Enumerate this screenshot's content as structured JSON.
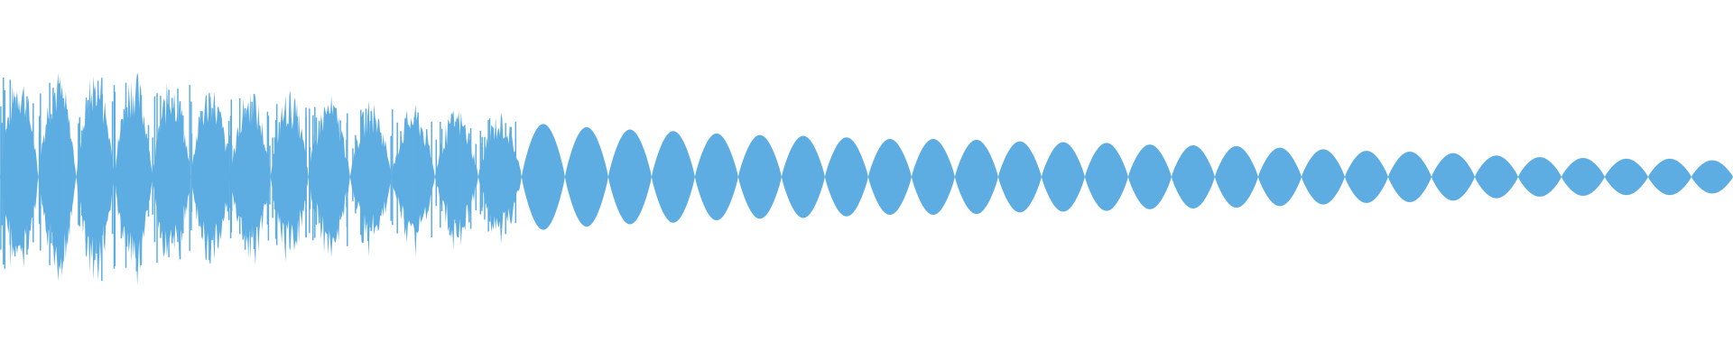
{
  "waveform": {
    "color": "#5dade2",
    "background": "#ffffff",
    "bursts": [
      {
        "t": 0.0,
        "amp": 0.55,
        "noisy": true
      },
      {
        "t": 0.022,
        "amp": 0.6,
        "noisy": true
      },
      {
        "t": 0.044,
        "amp": 0.55,
        "noisy": true
      },
      {
        "t": 0.066,
        "amp": 0.62,
        "noisy": true
      },
      {
        "t": 0.088,
        "amp": 0.55,
        "noisy": true
      },
      {
        "t": 0.11,
        "amp": 0.52,
        "noisy": true
      },
      {
        "t": 0.133,
        "amp": 0.48,
        "noisy": true
      },
      {
        "t": 0.156,
        "amp": 0.48,
        "noisy": true
      },
      {
        "t": 0.178,
        "amp": 0.46,
        "noisy": true
      },
      {
        "t": 0.202,
        "amp": 0.42,
        "noisy": true
      },
      {
        "t": 0.226,
        "amp": 0.4,
        "noisy": true
      },
      {
        "t": 0.251,
        "amp": 0.38,
        "noisy": true
      },
      {
        "t": 0.276,
        "amp": 0.36,
        "noisy": true
      },
      {
        "t": 0.301,
        "amp": 0.34,
        "noisy": false
      },
      {
        "t": 0.326,
        "amp": 0.33,
        "noisy": false
      },
      {
        "t": 0.351,
        "amp": 0.3,
        "noisy": false
      },
      {
        "t": 0.376,
        "amp": 0.3,
        "noisy": false
      },
      {
        "t": 0.401,
        "amp": 0.28,
        "noisy": false
      },
      {
        "t": 0.426,
        "amp": 0.27,
        "noisy": false
      },
      {
        "t": 0.451,
        "amp": 0.26,
        "noisy": false
      },
      {
        "t": 0.476,
        "amp": 0.26,
        "noisy": false
      },
      {
        "t": 0.501,
        "amp": 0.24,
        "noisy": false
      },
      {
        "t": 0.526,
        "amp": 0.24,
        "noisy": false
      },
      {
        "t": 0.551,
        "amp": 0.24,
        "noisy": false
      },
      {
        "t": 0.576,
        "amp": 0.23,
        "noisy": false
      },
      {
        "t": 0.601,
        "amp": 0.22,
        "noisy": false
      },
      {
        "t": 0.626,
        "amp": 0.22,
        "noisy": false
      },
      {
        "t": 0.651,
        "amp": 0.21,
        "noisy": false
      },
      {
        "t": 0.676,
        "amp": 0.2,
        "noisy": false
      },
      {
        "t": 0.701,
        "amp": 0.2,
        "noisy": false
      },
      {
        "t": 0.726,
        "amp": 0.19,
        "noisy": false
      },
      {
        "t": 0.751,
        "amp": 0.18,
        "noisy": false
      },
      {
        "t": 0.776,
        "amp": 0.17,
        "noisy": false
      },
      {
        "t": 0.801,
        "amp": 0.16,
        "noisy": false
      },
      {
        "t": 0.826,
        "amp": 0.16,
        "noisy": false
      },
      {
        "t": 0.851,
        "amp": 0.14,
        "noisy": false
      },
      {
        "t": 0.876,
        "amp": 0.13,
        "noisy": false
      },
      {
        "t": 0.901,
        "amp": 0.12,
        "noisy": false
      },
      {
        "t": 0.926,
        "amp": 0.12,
        "noisy": false
      },
      {
        "t": 0.951,
        "amp": 0.11,
        "noisy": false
      },
      {
        "t": 0.976,
        "amp": 0.12,
        "noisy": false
      },
      {
        "t": 1.0,
        "amp": 0.09,
        "noisy": false
      }
    ]
  }
}
